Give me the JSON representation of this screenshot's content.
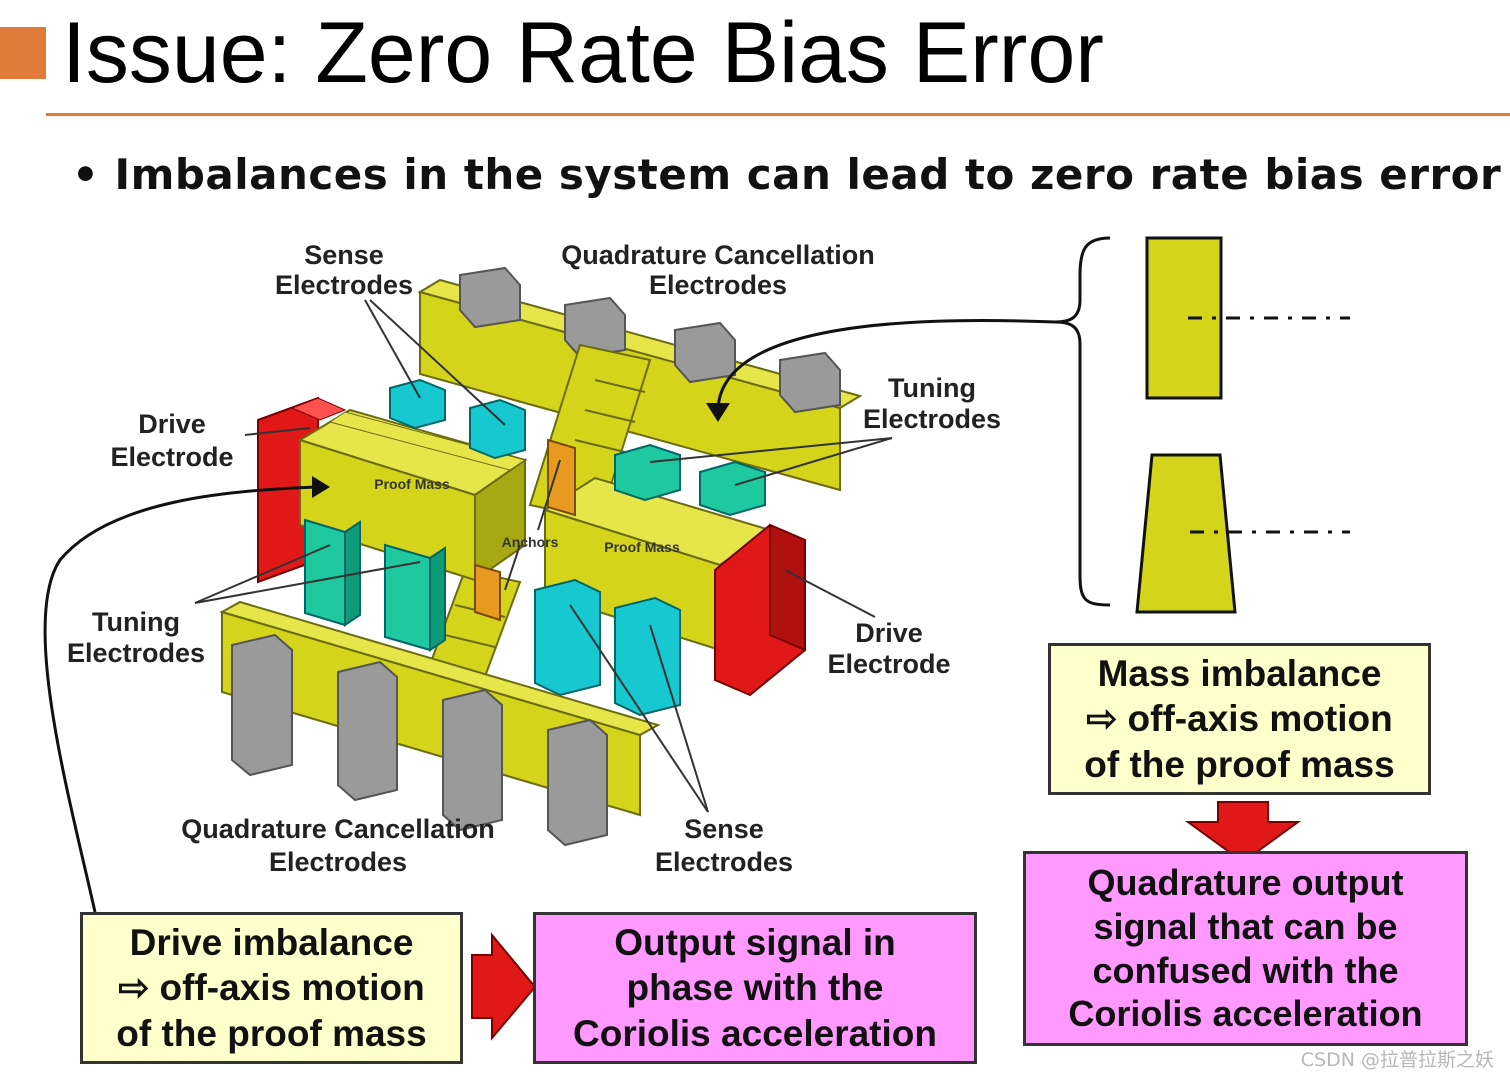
{
  "title": "Issue: Zero Rate Bias Error",
  "subtitle": "Imbalances in the system can lead to zero rate bias error",
  "labels": {
    "sense_top_1": "Sense",
    "sense_top_2": "Electrodes",
    "quad_top_1": "Quadrature Cancellation",
    "quad_top_2": "Electrodes",
    "drive_left_1": "Drive",
    "drive_left_2": "Electrode",
    "tuning_right_1": "Tuning",
    "tuning_right_2": "Electrodes",
    "tuning_left_1": "Tuning",
    "tuning_left_2": "Electrodes",
    "drive_right_1": "Drive",
    "drive_right_2": "Electrode",
    "quad_bottom_1": "Quadrature Cancellation",
    "quad_bottom_2": "Electrodes",
    "sense_bottom_1": "Sense",
    "sense_bottom_2": "Electrodes",
    "proof_mass_1": "Proof Mass",
    "proof_mass_2": "Proof Mass",
    "anchors": "Anchors"
  },
  "boxes": {
    "mass_imbalance": [
      "Mass imbalance",
      "⇨ off-axis motion",
      "of the proof mass"
    ],
    "quadrature_output": [
      "Quadrature output",
      "signal that can be",
      "confused with the",
      "Coriolis acceleration"
    ],
    "drive_imbalance": [
      "Drive imbalance",
      "⇨ off-axis motion",
      "of the proof mass"
    ],
    "output_signal": [
      "Output signal in",
      "phase with the",
      "Coriolis acceleration"
    ]
  },
  "watermark": "CSDN @拉普拉斯之妖",
  "colors": {
    "accent": "#e07b39",
    "yellow_box": "#ffffcc",
    "pink_box": "#ff99ff",
    "structure": "#d4d41a",
    "electrode_cyan": "#18c8d0",
    "electrode_teal": "#1ec9a0",
    "drive_red": "#e01818",
    "anchor_orange": "#e89a20",
    "arrow_red": "#e01818"
  }
}
